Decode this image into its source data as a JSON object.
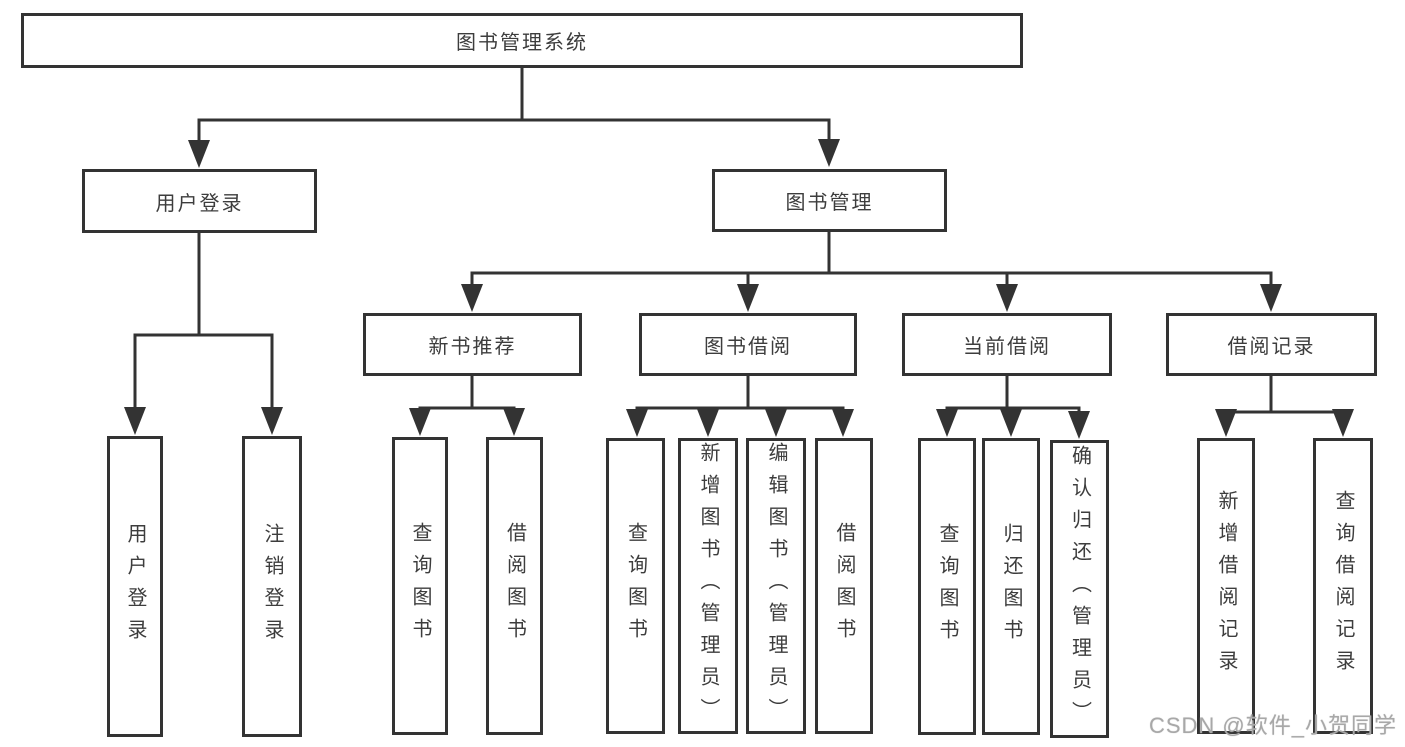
{
  "colors": {
    "line": "#333333",
    "box_border": "#333333",
    "text": "#3d3d3d",
    "background": "#ffffff",
    "watermark": "#a8a8a8"
  },
  "tree": {
    "root": {
      "label": "图书管理系统"
    },
    "branches": [
      {
        "label": "用户登录",
        "children": [
          {
            "label": "用户登录"
          },
          {
            "label": "注销登录"
          }
        ]
      },
      {
        "label": "图书管理",
        "sections": [
          {
            "label": "新书推荐",
            "children": [
              {
                "label": "查询图书"
              },
              {
                "label": "借阅图书"
              }
            ]
          },
          {
            "label": "图书借阅",
            "children": [
              {
                "label": "查询图书"
              },
              {
                "label": "新增图书（管理员）"
              },
              {
                "label": "编辑图书（管理员）"
              },
              {
                "label": "借阅图书"
              }
            ]
          },
          {
            "label": "当前借阅",
            "children": [
              {
                "label": "查询图书"
              },
              {
                "label": "归还图书"
              },
              {
                "label": "确认归还（管理员）"
              }
            ]
          },
          {
            "label": "借阅记录",
            "children": [
              {
                "label": "新增借阅记录"
              },
              {
                "label": "查询借阅记录"
              }
            ]
          }
        ]
      }
    ]
  },
  "watermark": {
    "text": "CSDN @软件_小贺同学"
  }
}
